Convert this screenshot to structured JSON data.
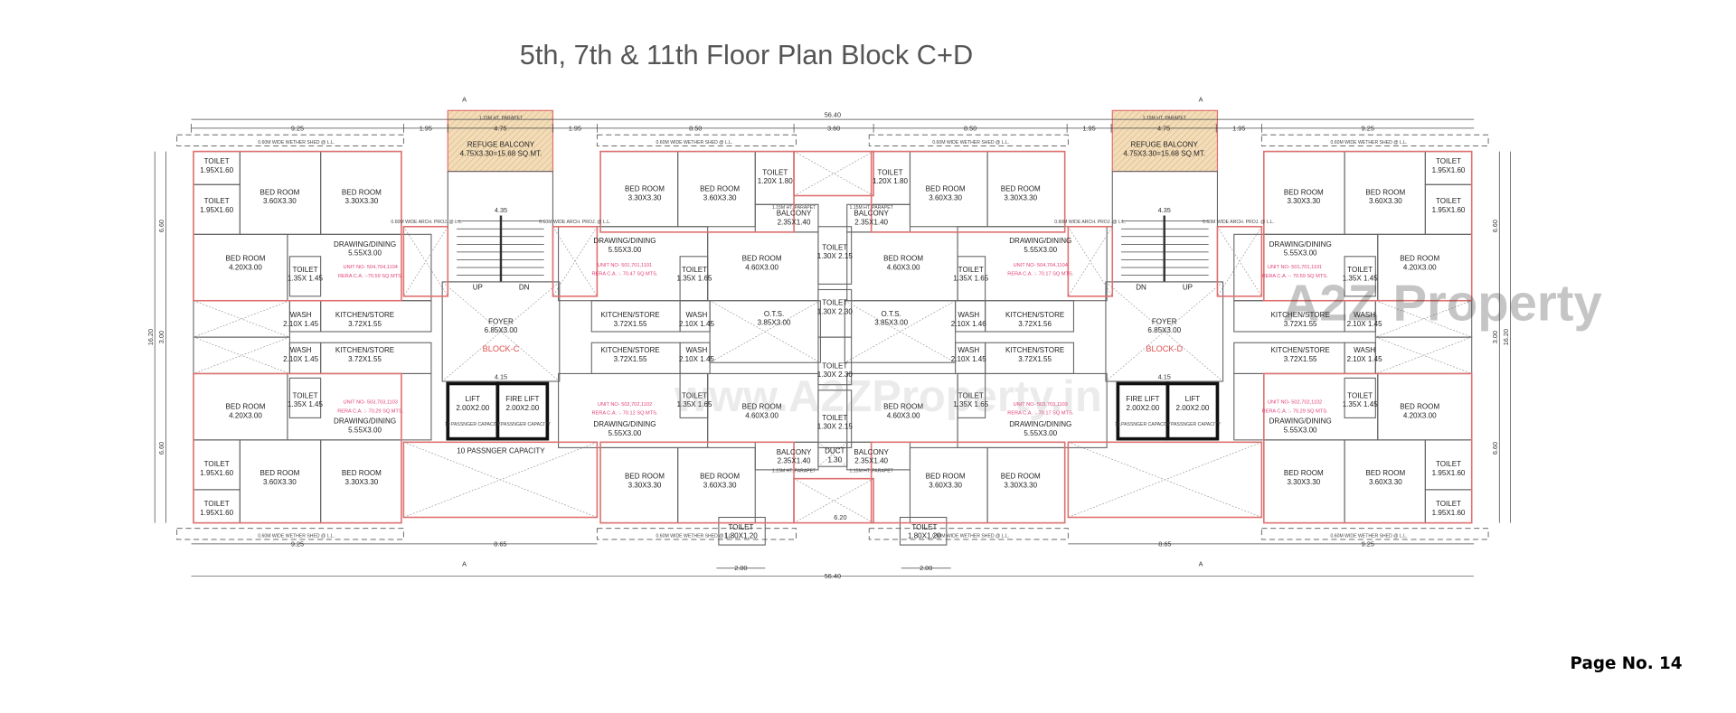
{
  "title": "5th, 7th & 11th Floor Plan Block C+D",
  "page_label": "Page No. 14",
  "watermarks": {
    "logo": "A2Z Property",
    "url": "www.A2ZProperty.in"
  },
  "colors": {
    "exterior_wall": "#e07070",
    "unit_text": "#e0407a",
    "block_label": "#e05050",
    "refuge_fill": "#f3dcb8",
    "lift_wall": "#111111"
  },
  "notes": {
    "weather_shed": "0.60M WIDE WETHER SHED @ L.L.",
    "parapet": "1.15M HT. PARAPET",
    "arch": "0.60M WIDE ARCH. PROJ. @ L.L.",
    "section_marker": "A"
  },
  "quadrants": {
    "top_left": [
      {
        "name": "TOILET",
        "size": "1.95X1.60"
      },
      {
        "name": "TOILET",
        "size": "1.95X1.60"
      },
      {
        "name": "BED ROOM",
        "size": "3.60X3.30"
      },
      {
        "name": "BED ROOM",
        "size": "3.30X3.30"
      },
      {
        "name": "BED ROOM",
        "size": "4.20X3.00"
      },
      {
        "name": "DRAWING/DINING",
        "size": "5.55X3.00"
      },
      {
        "name": "TOILET",
        "size": "1.35X 1.45"
      },
      {
        "name": "UNIT NO- 504,704,1104",
        "size": "RERA C.A. :-70.59 SQ MTS."
      },
      {
        "name": "KITCHEN/STORE",
        "size": "3.72X1.55"
      },
      {
        "name": "WASH",
        "size": "2.10X 1.45"
      },
      {
        "name": "DRAWING/DINING",
        "size": "5.55X3.00"
      },
      {
        "name": "UNIT NO- 501,701,1101",
        "size": "RERA C.A. :- 70.47 SQ MTS."
      },
      {
        "name": "BED ROOM",
        "size": "3.30X3.30"
      },
      {
        "name": "BED ROOM",
        "size": "3.60X3.30"
      },
      {
        "name": "TOILET",
        "size": "1.20X 1.80"
      },
      {
        "name": "BALCONY",
        "size": "2.35X1.40"
      },
      {
        "name": "BED ROOM",
        "size": "4.60X3.00"
      },
      {
        "name": "TOILET",
        "size": "1.35X 1.65"
      },
      {
        "name": "KITCHEN/STORE",
        "size": "3.72X1.55"
      },
      {
        "name": "WASH",
        "size": "2.10X 1.45"
      }
    ],
    "top_right": [
      {
        "name": "TOILET",
        "size": "1.95X1.60"
      },
      {
        "name": "TOILET",
        "size": "1.95X1.60"
      },
      {
        "name": "BED ROOM",
        "size": "3.60X3.30"
      },
      {
        "name": "BED ROOM",
        "size": "3.30X3.30"
      },
      {
        "name": "BED ROOM",
        "size": "4.20X3.00"
      },
      {
        "name": "DRAWING/DINING",
        "size": "5.55X3.00"
      },
      {
        "name": "TOILET",
        "size": "1.35X 1.45"
      },
      {
        "name": "UNIT NO- 501,701,1101",
        "size": "RERA C.A. :- 70.59 SQ MTS."
      },
      {
        "name": "KITCHEN/STORE",
        "size": "3.72X1.55"
      },
      {
        "name": "WASH",
        "size": "2.10X 1.45"
      },
      {
        "name": "DRAWING/DINING",
        "size": "5.55X3.00"
      },
      {
        "name": "UNIT NO- 504,704,1104",
        "size": "RERA C.A. :- 70.17 SQ MTS."
      },
      {
        "name": "BED ROOM",
        "size": "3.30X3.30"
      },
      {
        "name": "BED ROOM",
        "size": "3.60X3.30"
      },
      {
        "name": "TOILET",
        "size": "1.20X 1.80"
      },
      {
        "name": "BALCONY",
        "size": "2.35X1.40"
      },
      {
        "name": "BED ROOM",
        "size": "4.60X3.00"
      },
      {
        "name": "TOILET",
        "size": "1.35X 1.65"
      },
      {
        "name": "KITCHEN/STORE",
        "size": "3.72X1.56"
      },
      {
        "name": "WASH",
        "size": "2.10X 1.46"
      }
    ],
    "bottom_left": [
      {
        "name": "TOILET",
        "size": "1.95X1.60"
      },
      {
        "name": "TOILET",
        "size": "1.95X1.60"
      },
      {
        "name": "BED ROOM",
        "size": "3.60X3.30"
      },
      {
        "name": "BED ROOM",
        "size": "3.30X3.30"
      },
      {
        "name": "BED ROOM",
        "size": "4.20X3.00"
      },
      {
        "name": "DRAWING/DINING",
        "size": "5.55X3.00"
      },
      {
        "name": "TOILET",
        "size": "1.35X 1.45"
      },
      {
        "name": "UNIT NO- 503,703,1103",
        "size": "RERA C.A. :- 70.29 SQ MTS."
      },
      {
        "name": "KITCHEN/STORE",
        "size": "3.72X1.55"
      },
      {
        "name": "WASH",
        "size": "2.10X 1.45"
      },
      {
        "name": "DRAWING/DINING",
        "size": "5.55X3.00"
      },
      {
        "name": "UNIT NO- 502,702,1102",
        "size": "RERA C.A. :- 70.12 SQ MTS."
      },
      {
        "name": "BED ROOM",
        "size": "3.30X3.30"
      },
      {
        "name": "BED ROOM",
        "size": "3.60X3.30"
      },
      {
        "name": "TOILET",
        "size": "1.80X1.20"
      },
      {
        "name": "BALCONY",
        "size": "2.35X1.40"
      },
      {
        "name": "BED ROOM",
        "size": "4.60X3.00"
      },
      {
        "name": "TOILET",
        "size": "1.35X 1.65"
      },
      {
        "name": "KITCHEN/STORE",
        "size": "3.72X1.55"
      },
      {
        "name": "WASH",
        "size": "2.10X 1.45"
      }
    ],
    "bottom_right": [
      {
        "name": "TOILET",
        "size": "1.95X1.60"
      },
      {
        "name": "TOILET",
        "size": "1.95X1.60"
      },
      {
        "name": "BED ROOM",
        "size": "3.60X3.30"
      },
      {
        "name": "BED ROOM",
        "size": "3.30X3.30"
      },
      {
        "name": "BED ROOM",
        "size": "4.20X3.00"
      },
      {
        "name": "DRAWING/DINING",
        "size": "5.55X3.00"
      },
      {
        "name": "TOILET",
        "size": "1.35X 1.45"
      },
      {
        "name": "UNIT NO- 502,702,1102",
        "size": "RERA C.A. :- 70.29 SQ MTS."
      },
      {
        "name": "KITCHEN/STORE",
        "size": "3.72X1.55"
      },
      {
        "name": "WASH",
        "size": "2.10X 1.45"
      },
      {
        "name": "DRAWING/DINING",
        "size": "5.55X3.00"
      },
      {
        "name": "UNIT NO- 503,703,1103",
        "size": "RERA C.A. :- 70.17 SQ MTS."
      },
      {
        "name": "BED ROOM",
        "size": "3.30X3.30"
      },
      {
        "name": "BED ROOM",
        "size": "3.60X3.30"
      },
      {
        "name": "TOILET",
        "size": "1.80X1.20"
      },
      {
        "name": "BALCONY",
        "size": "2.35X1.40"
      },
      {
        "name": "BED ROOM",
        "size": "4.60X3.00"
      },
      {
        "name": "TOILET",
        "size": "1.35X 1.65"
      },
      {
        "name": "KITCHEN/STORE",
        "size": "3.72X1.55"
      },
      {
        "name": "WASH",
        "size": "2.10X 1.45"
      }
    ]
  },
  "center": {
    "rooms": [
      {
        "name": "TOILET",
        "size": "1.30X 2.15"
      },
      {
        "name": "TOILET",
        "size": "1.30X 2.30"
      },
      {
        "name": "TOILET",
        "size": "1.30X 2.30"
      },
      {
        "name": "TOILET",
        "size": "1.30X 2.15"
      },
      {
        "name": "O.T.S.",
        "size": "3.85X3.00"
      },
      {
        "name": "O.T.S.",
        "size": "3.85X3.00"
      },
      {
        "name": "DUCT",
        "size": "1.30"
      }
    ],
    "open_width": "6.20"
  },
  "cores": [
    {
      "block": "BLOCK-C",
      "refuge_title": "REFUGE BALCONY",
      "refuge_size": "4.75X3.30=15.68 SQ.MT.",
      "foyer": "FOYER",
      "foyer_size": "6.85X3.00",
      "lift": "LIFT",
      "lift_size": "2.00X2.00",
      "lift_capacity": "10 PASSNGER CAPACITY",
      "fire_lift": "FIRE LIFT",
      "fire_lift_size": "2.00X2.00",
      "fire_lift_capacity": "10.PASSNGER CAPACITY",
      "lobby_capacity": "10 PASSNGER CAPACITY",
      "up": "UP",
      "dn": "DN",
      "stair_width": "4.35",
      "lift_width": "4.15"
    },
    {
      "block": "BLOCK-D",
      "refuge_title": "REFUGE BALCONY",
      "refuge_size": "4.75X3.30=15.68 SQ.MT.",
      "foyer": "FOYER",
      "foyer_size": "6.85X3.00",
      "lift": "LIFT",
      "lift_size": "2.00X2.00",
      "lift_capacity": "10 PASSNGER CAPACITY",
      "fire_lift": "FIRE LIFT",
      "fire_lift_size": "2.00X2.00",
      "fire_lift_capacity": "10.PASSNGER CAPACITY",
      "lobby_capacity": "",
      "up": "UP",
      "dn": "DN",
      "stair_width": "4.35",
      "lift_width": "4.15"
    }
  ],
  "dimensions": {
    "overall_length": "56.40",
    "top": [
      "9.25",
      "1.95",
      "4.75",
      "1.95",
      "8.50",
      "3.60",
      "8.50",
      "1.95",
      "4.75",
      "1.95",
      "9.25"
    ],
    "bottom": [
      "9.25",
      "8.65",
      "8.65",
      "9.25"
    ],
    "bottom_toilet_widths": [
      "2.00",
      "2.00"
    ],
    "sides": [
      "6.60",
      "3.00",
      "6.60"
    ],
    "overall_depth": "16.20"
  }
}
